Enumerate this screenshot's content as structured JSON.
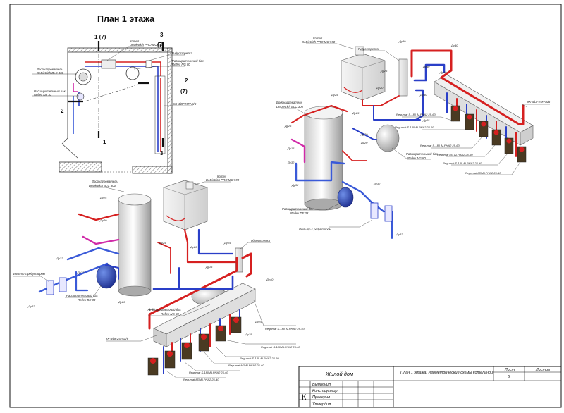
{
  "plan": {
    "title": "План 1 этажа",
    "sections": {
      "s1a": "1 (7)",
      "s1b": "1",
      "s2a": "2",
      "s2b": "2",
      "s2c": "(7)",
      "s3a": "3",
      "s3b": "(7)",
      "s3c": "3"
    },
    "labels": {
      "boiler_name": "Котел",
      "boiler_model": "DeDietrich PRO MCA 90",
      "heater_name": "Водонагреватель",
      "heater_model": "DeDietrich BLC 300",
      "tank_name": "Расширительный бак",
      "tank_model": "Reflex DE 33",
      "hydro": "Гидрострелка",
      "tank2_name": "Расширительный бак",
      "tank2_model": "Reflex NG 80",
      "collector": "КК-4/DF25FAS/6"
    }
  },
  "iso_left": {
    "boiler_name": "Котел",
    "boiler_model": "DeDietrich PRO MCA 90",
    "heater_name": "Водонагреватель",
    "heater_model": "DeDietrich BLC 300",
    "hydro": "Гидрострелка",
    "tank_name": "Расширительный бак",
    "tank_model": "Reflex DE 33",
    "tank2_name": "Расширительный бак",
    "tank2_model": "Reflex NG 80",
    "filter": "Фильтр с редуктором",
    "collector": "КК-4/DF25FAS/6",
    "pipes": [
      "Ду25",
      "Ду20",
      "Ду32",
      "Ду32",
      "Ду32",
      "Ду25",
      "Ду20",
      "Ду15",
      "Ду15",
      "Ду15",
      "Ду20",
      "Ду25",
      "Ду40",
      "Ду15"
    ],
    "pumps": [
      "Regumat S-180 ALPHA2 25-40",
      "Regumat S-180 ALPHA2 25-60",
      "Regumat S-180 ALPHA2 25-60",
      "Regumat M3 ALPHA2 25-60",
      "Regumat S-180 ALPHA2 25-60",
      "Regumat M3 ALPHA2 25-40"
    ]
  },
  "iso_right": {
    "boiler_name": "Котел",
    "boiler_model": "DeDietrich PRO MCA 90",
    "heater_name": "Водонагреватель",
    "heater_model": "DeDietrich BLC 300",
    "hydro": "Гидрострелка",
    "tank_name": "Расширительный бак",
    "tank_model": "Reflex DE 33",
    "tank2_name": "Расширительный бак",
    "tank2_model": "Reflex NG 80",
    "filter": "Фильтр с редуктором",
    "collector": "КК-4/DF25FAS/6",
    "pipes": [
      "Ду40",
      "Ду40",
      "Ду40",
      "Ду40",
      "Ду40",
      "Ду25",
      "Ду25",
      "Ду25",
      "Ду20",
      "Ду20",
      "Ду25",
      "Ду32",
      "Ду32",
      "Ду32",
      "Ду32",
      "Ду15",
      "Ду25",
      "Ду20"
    ],
    "pumps": [
      "Regumat S-180 ALPHA2 25-60",
      "Regumat S-180 ALPHA2 25-60",
      "Regumat S-180 ALPHA2 25-60",
      "Regumat M3 ALPHA2 25-60",
      "Regumat S-180 ALPHA2 25-40",
      "Regumat M3 ALPHA2 25-40"
    ]
  },
  "title_block": {
    "project": "Жилой дом",
    "sheet_title": "План 1 этажа. Изометрические схемы котельной",
    "sheet_label": "Лист",
    "sheets_label": "Листов",
    "sheet_number": "5",
    "letter": "К",
    "roles": [
      "Выполнил",
      "Конструктор",
      "Проверил",
      "Утвердил"
    ]
  },
  "colors": {
    "supply": "#d62020",
    "return": "#2a3fc8",
    "hot_water": "#d02aa8",
    "cold_water": "#3a5ad8"
  }
}
